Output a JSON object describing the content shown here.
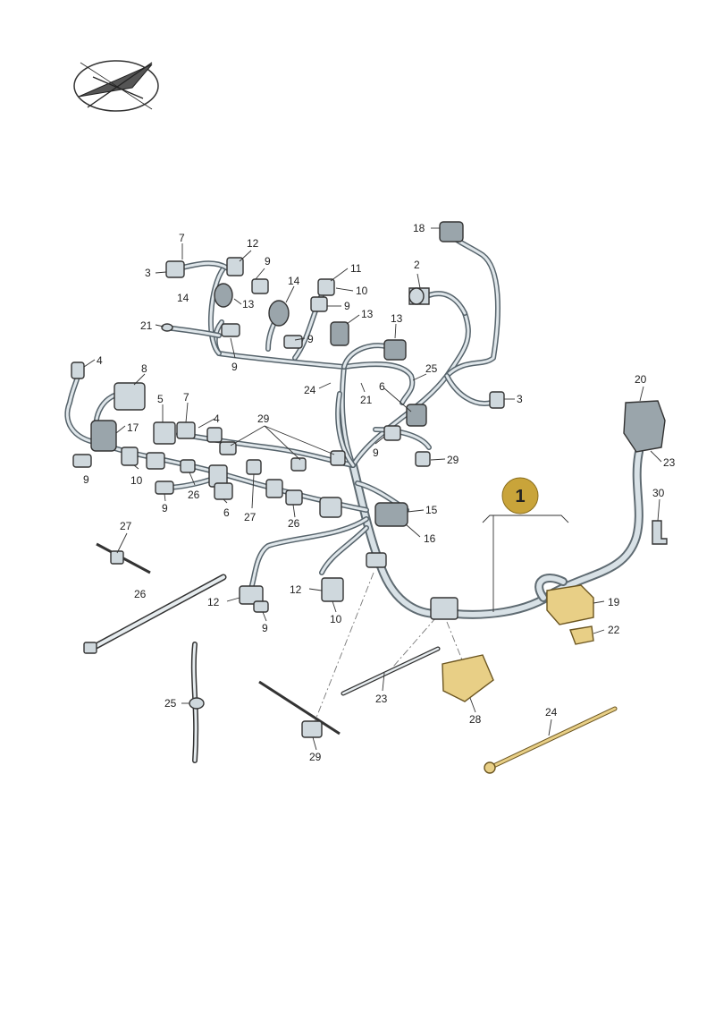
{
  "diagram": {
    "callout_main": "1",
    "colors": {
      "accent_gold": "#c9a43a",
      "harness": "#dfe6ea",
      "outline": "#333333"
    },
    "parts": [
      {
        "id": "p18",
        "label": "18"
      },
      {
        "id": "p2",
        "label": "2"
      },
      {
        "id": "p7a",
        "label": "7"
      },
      {
        "id": "p12a",
        "label": "12"
      },
      {
        "id": "p9a",
        "label": "9"
      },
      {
        "id": "p3a",
        "label": "3"
      },
      {
        "id": "p14a",
        "label": "14"
      },
      {
        "id": "p14b",
        "label": "14"
      },
      {
        "id": "p11",
        "label": "11"
      },
      {
        "id": "p10a",
        "label": "10"
      },
      {
        "id": "p13a",
        "label": "13"
      },
      {
        "id": "p9b",
        "label": "9"
      },
      {
        "id": "p13b",
        "label": "13"
      },
      {
        "id": "p13c",
        "label": "13"
      },
      {
        "id": "p21a",
        "label": "21"
      },
      {
        "id": "p9c",
        "label": "9"
      },
      {
        "id": "p9d",
        "label": "9"
      },
      {
        "id": "p25a",
        "label": "25"
      },
      {
        "id": "p24a",
        "label": "24"
      },
      {
        "id": "p21b",
        "label": "21"
      },
      {
        "id": "p6a",
        "label": "6"
      },
      {
        "id": "p3b",
        "label": "3"
      },
      {
        "id": "p4a",
        "label": "4"
      },
      {
        "id": "p8",
        "label": "8"
      },
      {
        "id": "p5",
        "label": "5"
      },
      {
        "id": "p7b",
        "label": "7"
      },
      {
        "id": "p4b",
        "label": "4"
      },
      {
        "id": "p29a",
        "label": "29"
      },
      {
        "id": "p17",
        "label": "17"
      },
      {
        "id": "p9e",
        "label": "9"
      },
      {
        "id": "p29b",
        "label": "29"
      },
      {
        "id": "p9f",
        "label": "9"
      },
      {
        "id": "p10b",
        "label": "10"
      },
      {
        "id": "p20",
        "label": "20"
      },
      {
        "id": "p23a",
        "label": "23"
      },
      {
        "id": "p9g",
        "label": "9"
      },
      {
        "id": "p26a",
        "label": "26"
      },
      {
        "id": "p6b",
        "label": "6"
      },
      {
        "id": "p27a",
        "label": "27"
      },
      {
        "id": "p26b",
        "label": "26"
      },
      {
        "id": "p15",
        "label": "15"
      },
      {
        "id": "p16",
        "label": "16"
      },
      {
        "id": "p30",
        "label": "30"
      },
      {
        "id": "p27b",
        "label": "27"
      },
      {
        "id": "p26c",
        "label": "26"
      },
      {
        "id": "p12b",
        "label": "12"
      },
      {
        "id": "p12c",
        "label": "12"
      },
      {
        "id": "p10c",
        "label": "10"
      },
      {
        "id": "p9h",
        "label": "9"
      },
      {
        "id": "p19",
        "label": "19"
      },
      {
        "id": "p22",
        "label": "22"
      },
      {
        "id": "p25b",
        "label": "25"
      },
      {
        "id": "p23b",
        "label": "23"
      },
      {
        "id": "p28",
        "label": "28"
      },
      {
        "id": "p24b",
        "label": "24"
      },
      {
        "id": "p29c",
        "label": "29"
      }
    ]
  }
}
